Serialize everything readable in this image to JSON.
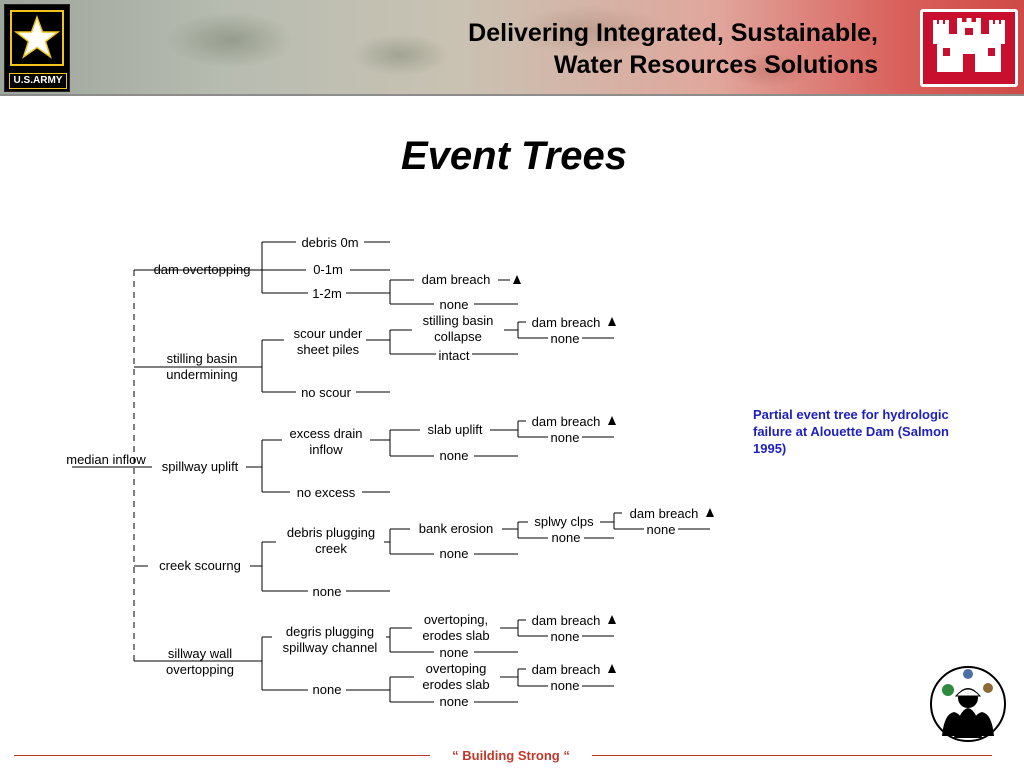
{
  "header": {
    "title_line1": "Delivering Integrated, Sustainable,",
    "title_line2": "Water Resources Solutions",
    "army_logo_text": "U.S.ARMY",
    "army_logo_icon": "army-star-icon",
    "castle_logo_icon": "usace-castle-icon"
  },
  "slide": {
    "title": "Event Trees"
  },
  "caption": "Partial event tree for hydrologic failure at Alouette Dam (Salmon 1995)",
  "footer": {
    "text": "“ Building  Strong “"
  },
  "colors": {
    "caption": "#1f1fbf",
    "footer": "#c0392b",
    "castle": "#c8102e"
  },
  "tree": {
    "root": "median inflow",
    "branches": [
      {
        "label": "dam overtopping",
        "children": [
          {
            "label": "debris 0m"
          },
          {
            "label": "0-1m"
          },
          {
            "label": "1-2m",
            "children": [
              {
                "label": "dam breach",
                "terminal": true
              },
              {
                "label": "none"
              }
            ]
          }
        ]
      },
      {
        "label": "stilling basin undermining",
        "children": [
          {
            "label": "scour under sheet piles",
            "children": [
              {
                "label": "stilling basin collapse",
                "children": [
                  {
                    "label": "dam breach",
                    "terminal": true
                  },
                  {
                    "label": "none"
                  }
                ]
              },
              {
                "label": "intact"
              }
            ]
          },
          {
            "label": "no scour"
          }
        ]
      },
      {
        "label": "spillway uplift",
        "children": [
          {
            "label": "excess drain inflow",
            "children": [
              {
                "label": "slab uplift",
                "children": [
                  {
                    "label": "dam breach",
                    "terminal": true
                  },
                  {
                    "label": "none"
                  }
                ]
              },
              {
                "label": "none"
              }
            ]
          },
          {
            "label": "no excess"
          }
        ]
      },
      {
        "label": "creek scourng",
        "children": [
          {
            "label": "debris plugging creek",
            "children": [
              {
                "label": "bank erosion",
                "children": [
                  {
                    "label": "splwy clps",
                    "children": [
                      {
                        "label": "dam breach",
                        "terminal": true
                      },
                      {
                        "label": "none"
                      }
                    ]
                  },
                  {
                    "label": "none"
                  }
                ]
              },
              {
                "label": "none"
              }
            ]
          },
          {
            "label": "none"
          }
        ]
      },
      {
        "label": "sillway wall overtopping",
        "children": [
          {
            "label": "degris plugging spillway channel",
            "children": [
              {
                "label": "overtoping, erodes slab",
                "children": [
                  {
                    "label": "dam breach",
                    "terminal": true
                  },
                  {
                    "label": "none"
                  }
                ]
              },
              {
                "label": "none"
              }
            ]
          },
          {
            "label": "none",
            "children": [
              {
                "label": "overtoping erodes slab",
                "children": [
                  {
                    "label": "dam breach",
                    "terminal": true
                  },
                  {
                    "label": "none"
                  }
                ]
              },
              {
                "label": "none"
              }
            ]
          }
        ]
      }
    ]
  }
}
